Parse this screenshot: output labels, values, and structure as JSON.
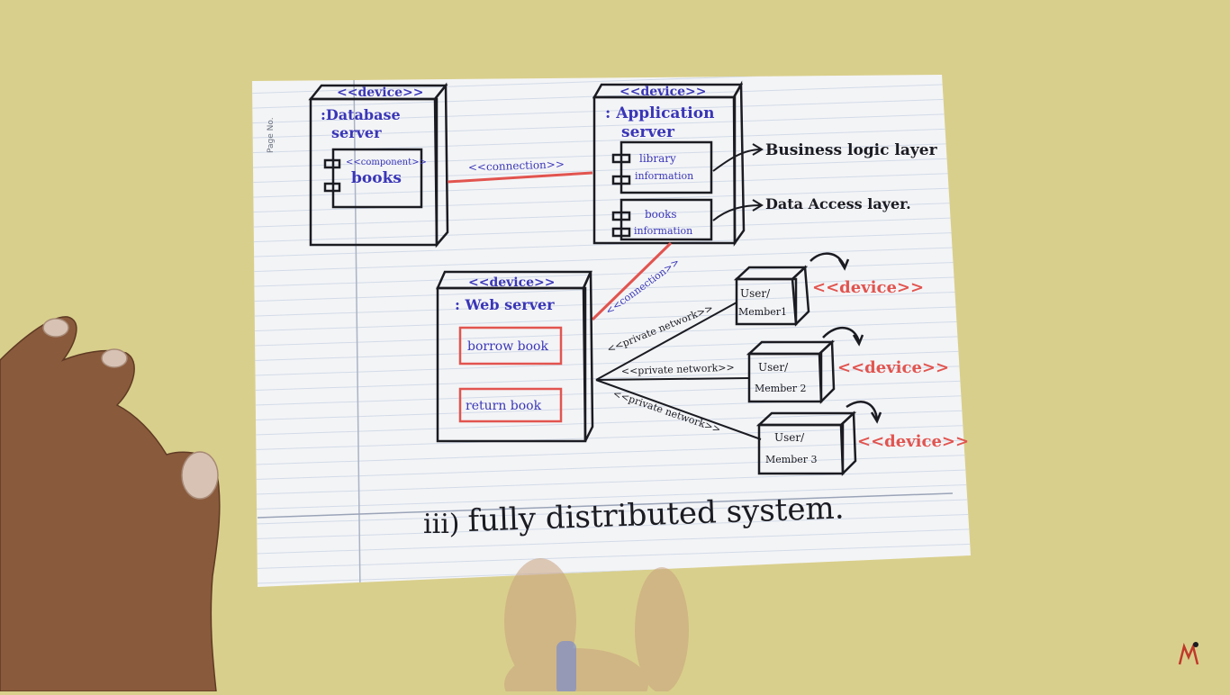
{
  "paper": {
    "page_no_label": "Page No."
  },
  "colors": {
    "table": "#d9cf8c",
    "paper": "#f3f4f6",
    "ruling": "#c9d3e3",
    "ink_black": "#1b1b22",
    "ink_blue": "#3a36b8",
    "ink_red": "#e2544f",
    "skin": "#8a5a3c"
  },
  "nodes": {
    "database_server": {
      "stereotype": "<<device>>",
      "name_line1": ":Database",
      "name_line2": "server",
      "component_stereotype": "<<component>>",
      "component_name": "books"
    },
    "application_server": {
      "stereotype": "<<device>>",
      "name_line1": ": Application",
      "name_line2": "server",
      "component1_line1": "library",
      "component1_line2": "information",
      "component2_line1": "books",
      "component2_line2": "information"
    },
    "web_server": {
      "stereotype": "<<device>>",
      "name": ": Web server",
      "action1": "borrow book",
      "action2": "return book"
    },
    "user1": {
      "line1": "User/",
      "line2": "Member1",
      "tag": "<<device>>"
    },
    "user2": {
      "line1": "User/",
      "line2": "Member 2",
      "tag": "<<device>>"
    },
    "user3": {
      "line1": "User/",
      "line2": "Member 3",
      "tag": "<<device>>"
    }
  },
  "connections": {
    "db_app": "<<connection>>",
    "app_web": "<<connection>>",
    "web_user1": "<<private network>>",
    "web_user2": "<<private network>>",
    "web_user3": "<<private network>>"
  },
  "annotations": {
    "business_logic": "Business logic layer",
    "data_access": "Data Access layer."
  },
  "caption": {
    "number": "iii)",
    "text": "fully distributed system."
  }
}
